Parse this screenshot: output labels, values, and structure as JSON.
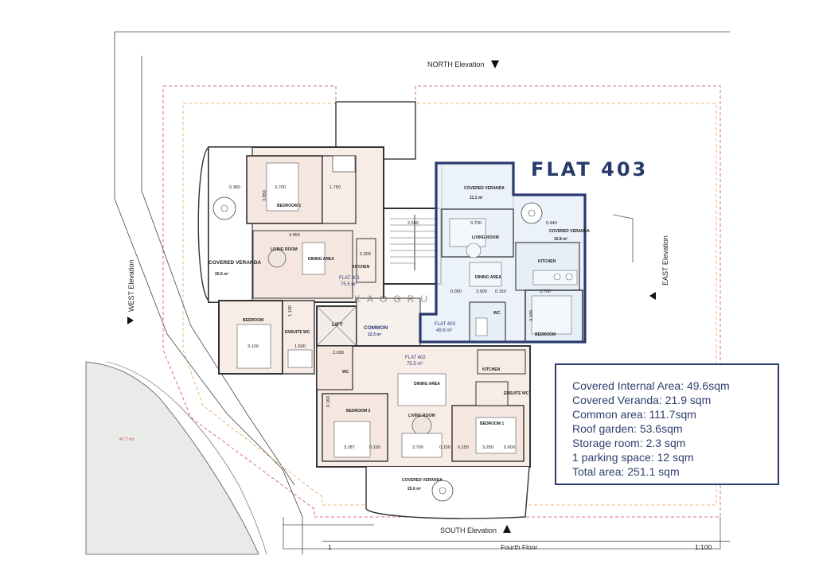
{
  "elevations": {
    "north": "NORTH Elevation",
    "south": "SOUTH Elevation",
    "east": "EAST Elevation",
    "west": "WEST Elevation"
  },
  "flat_title": "FLAT 403",
  "watermark": "KAOGRU",
  "info": {
    "lines": [
      "Covered Internal Area: 49.6sqm",
      "Covered Veranda: 21.9 sqm",
      "Common area: 111.7sqm",
      "Roof garden: 53.6sqm",
      "Storage room: 2.3 sqm",
      "1 parking space: 12 sqm",
      "Total area: 251.1 sqm"
    ]
  },
  "footer": {
    "left": "1",
    "center": "Fourth Floor",
    "right": "1:100"
  },
  "rooms": {
    "bedroom1_top": "BEDROOM 1",
    "living_401": "LIVING ROOM",
    "dining_401": "DINING AREA",
    "kitchen_401": "KITCHEN",
    "flat401": "FLAT 401",
    "flat401_area": "75.5 m²",
    "covered_veranda_west": "COVERED VERANDA",
    "covered_veranda_west_area": "20.6 m²",
    "bedroom_401": "BEDROOM",
    "ensuite_401": "ENSUITE WC",
    "lift": "LIFT",
    "common": "COMMON",
    "common_area": "12.3 m²",
    "flat403": "FLAT 403",
    "flat403_area": "49.6 m²",
    "covered_veranda_n": "COVERED VERANDA",
    "covered_veranda_n_area": "11.1 m²",
    "covered_veranda_ne": "COVERED VERANDA",
    "covered_veranda_ne_area": "10.8 m²",
    "living_403": "LIVING ROOM",
    "dining_403": "DINING AREA",
    "kitchen_403": "KITCHEN",
    "wc_403": "WC",
    "bedroom_403": "BEDROOM",
    "flat402": "FLAT 402",
    "flat402_area": "75.5 m²",
    "wc_402": "WC",
    "dining_402": "DINING AREA",
    "kitchen_402": "KITCHEN",
    "living_402": "LIVING ROOM",
    "bedroom2_402": "BEDROOM 2",
    "bedroom1_402": "BEDROOM 1",
    "ensuite_402": "ENSUITE WC",
    "covered_veranda_s": "COVERED VERANDA",
    "covered_veranda_s_area": "25.6 m²",
    "garden_area": "47.7 m²"
  },
  "dims": {
    "d0380": "0.380",
    "d3700a": "3.700",
    "d1750": "1.750",
    "d4950": "4.950",
    "d2300": "2.300",
    "d3850": "3.850",
    "d2590": "2.590",
    "d3700b": "3.700",
    "d0440": "0.440",
    "d3000": "3.000",
    "d0150a": "0.150",
    "d3700c": "3.700",
    "d0050": "0.050",
    "d0150b": "0.150",
    "d3100a": "3.100",
    "d1600": "1.600",
    "d2038": "2.038",
    "d3100b": "3.100",
    "d3287": "3.287",
    "d0150c": "0.150",
    "d3700d": "3.700",
    "d0150d": "0.150",
    "d3250": "3.250",
    "d0600": "0.600",
    "d0160": "0.160",
    "d1100": "1.100"
  },
  "colors": {
    "flat403_outline": "#2a3a6e",
    "flat403_fill": "#e6eff8",
    "flat_fill": "#f8ece6",
    "wall": "#3a3a3a",
    "boundary_red": "#d84a4a",
    "boundary_orange": "#e7a25b",
    "garden_fill": "#e9ebe9"
  },
  "icons": [
    "north-triangle-icon",
    "south-triangle-icon",
    "east-triangle-icon",
    "west-triangle-icon",
    "spiral-stair-icon"
  ]
}
